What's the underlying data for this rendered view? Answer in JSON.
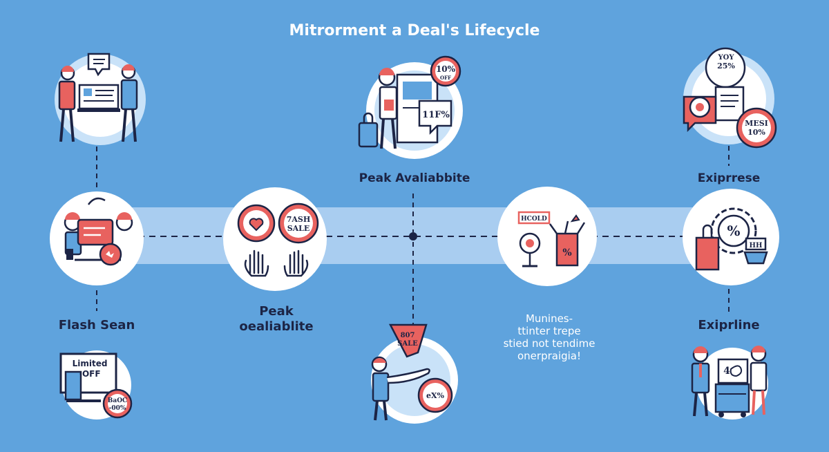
{
  "title": "Mitrorment a Deal's Lifecycle",
  "colors": {
    "background": "#5fa3dd",
    "navy": "#1c2445",
    "coral": "#e8625f",
    "band": "#a9cdf0",
    "ring": "#c9e2f8",
    "white": "#ffffff"
  },
  "labels": {
    "peak_top": "Peak Avaliabbite",
    "expiry_top": "Exiprrese",
    "flash": "Flash Sean",
    "peak_mid_line1": "Peak",
    "peak_mid_line2": "oealiablite",
    "expiry_bottom": "Exiprline"
  },
  "note": [
    "Munines-",
    "ttinter trepe",
    "stied not tendime",
    "onerpraigia!"
  ],
  "badges": {
    "top_center_discount": "10%",
    "top_center_off": "OFF",
    "top_center_bubble": "11F%",
    "top_right_tag1": "YOY",
    "top_right_tag2": "25%",
    "top_right_badge1": "MESI",
    "top_right_badge2": "10%",
    "flash_sale_line1": "7ASH",
    "flash_sale_line2": "SALE",
    "promo_sign": "HCOLD",
    "promo_percent": "%",
    "expiry_gear_percent": "%",
    "expiry_tag": "HH",
    "bottom_left_sign_line1": "Limited",
    "bottom_left_sign_line2": "·OFF",
    "bottom_left_badge_line1": "BaOC",
    "bottom_left_badge_line2": "-00%",
    "bottom_center_tag_line1": "807",
    "bottom_center_tag_line2": "SALE",
    "bottom_center_badge": "eX%",
    "bottom_right_board": "4"
  }
}
